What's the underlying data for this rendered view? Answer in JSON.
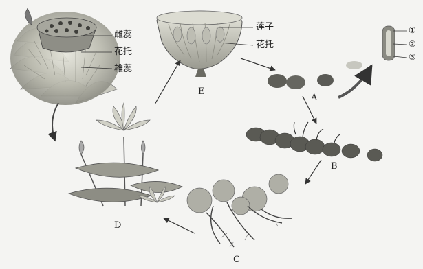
{
  "flower_labels": {
    "pistil": "雌蕊",
    "receptacle": "花托",
    "stamen": "雄蕊"
  },
  "seedpod_labels": {
    "seed": "莲子",
    "receptacle": "花托"
  },
  "stages": {
    "A": "A",
    "B": "B",
    "C": "C",
    "D": "D",
    "E": "E"
  },
  "seed_parts": {
    "p1": "①",
    "p2": "②",
    "p3": "③"
  }
}
